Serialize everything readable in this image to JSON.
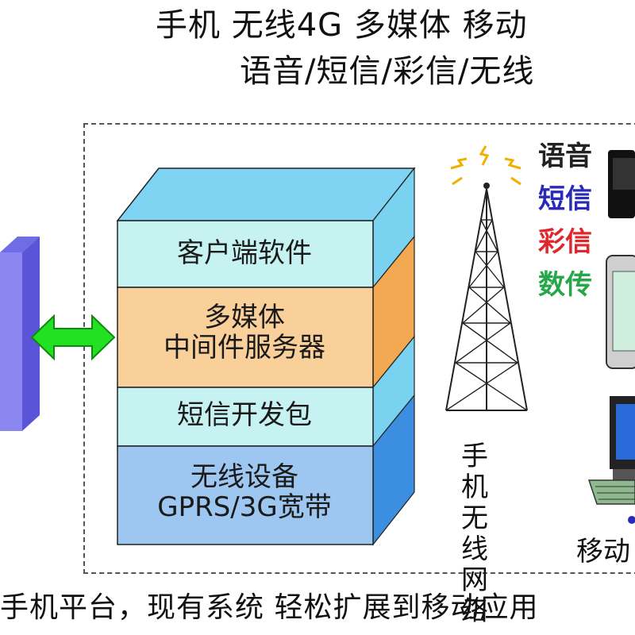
{
  "header": {
    "line1": "手机  无线4G  多媒体  移动",
    "line2": "语音/短信/彩信/无线"
  },
  "stack": {
    "layers": [
      {
        "label_lines": [
          "客户端软件"
        ],
        "color": "#c6f2f2"
      },
      {
        "label_lines": [
          "多媒体",
          "中间件服务器"
        ],
        "color": "#f9cf9a"
      },
      {
        "label_lines": [
          "短信开发包"
        ],
        "color": "#c6f2f2"
      },
      {
        "label_lines": [
          "无线设备",
          "GPRS/3G宽带"
        ],
        "color": "#9dc7f0"
      }
    ],
    "side_color": "#3c8fe0",
    "top_color": "#7fd4f4"
  },
  "services": [
    {
      "label": "语音",
      "color": "#222222"
    },
    {
      "label": "短信",
      "color": "#2a2ab8"
    },
    {
      "label": "彩信",
      "color": "#e0262c"
    },
    {
      "label": "数传",
      "color": "#26a84a"
    }
  ],
  "tower": {
    "label_lines": [
      "手机",
      "无线",
      "网络"
    ]
  },
  "mobile_label": "移动",
  "footer": "手机平台，现有系统  轻松扩展到移动应用",
  "colors": {
    "arrow": "#22e022",
    "left_block_front": "#8a87f0",
    "left_block_side": "#5a55d8"
  }
}
